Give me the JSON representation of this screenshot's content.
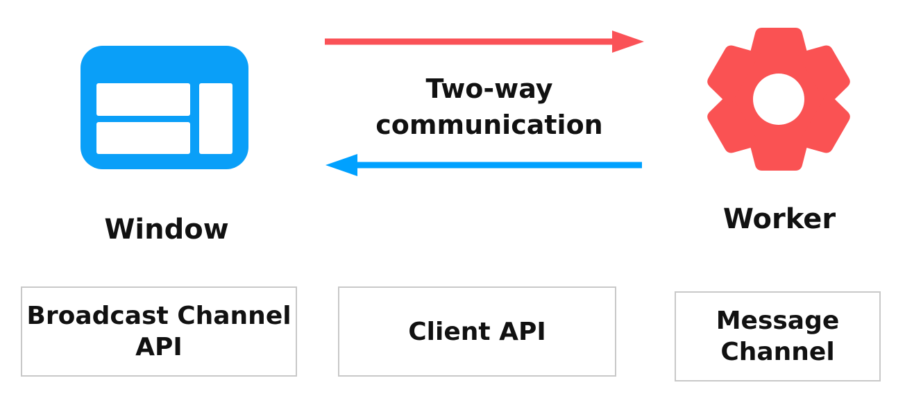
{
  "colors": {
    "background": "#ffffff",
    "text": "#111111",
    "window_blue": "#0a9ff8",
    "worker_red": "#fa5253",
    "arrow_red": "#fa5257",
    "arrow_blue": "#00a1ff",
    "box_border": "#c8c8c8"
  },
  "entities": {
    "window": {
      "label": "Window",
      "icon": "browser-window-icon"
    },
    "worker": {
      "label": "Worker",
      "icon": "gear-icon"
    }
  },
  "connection": {
    "label": "Two-way communication",
    "top_arrow_direction": "right",
    "bottom_arrow_direction": "left"
  },
  "api_boxes": [
    {
      "label": "Broadcast Channel API"
    },
    {
      "label": "Client API"
    },
    {
      "label": "Message Channel"
    }
  ]
}
